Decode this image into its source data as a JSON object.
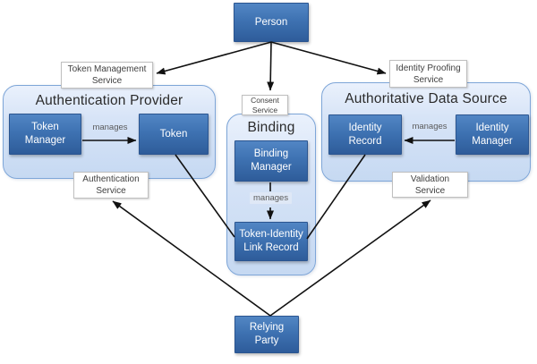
{
  "diagram_type": "identity-model-block-diagram",
  "colors": {
    "node_fill_top": "#5286C4",
    "node_fill_bottom": "#2E5C9A",
    "node_border": "#2B5590",
    "node_text": "#FFFFFF",
    "container_fill_top": "#EAF1FC",
    "container_fill_bottom": "#C6D9F2",
    "container_border": "#7EA6D8",
    "service_fill": "#FFFFFF",
    "service_border": "#BFBFBF",
    "service_text": "#3F3F3F",
    "edge_color": "#111111",
    "edge_label_text": "#5A5A5A",
    "edge_label_bg": "#DFE8F6"
  },
  "containers": {
    "authentication_provider": {
      "title": "Authentication Provider"
    },
    "binding": {
      "title": "Binding"
    },
    "authoritative_data_source": {
      "title": "Authoritative Data Source"
    }
  },
  "nodes": {
    "person": {
      "label": "Person"
    },
    "token_manager": {
      "label": "Token\nManager"
    },
    "token": {
      "label": "Token"
    },
    "binding_manager": {
      "label": "Binding\nManager"
    },
    "token_identity_link_record": {
      "label": "Token-Identity\nLink Record"
    },
    "identity_record": {
      "label": "Identity\nRecord"
    },
    "identity_manager": {
      "label": "Identity\nManager"
    },
    "relying_party": {
      "label": "Relying\nParty"
    }
  },
  "services": {
    "token_management_service": {
      "label": "Token Management\nService"
    },
    "consent_service": {
      "label": "Consent\nService"
    },
    "identity_proofing_service": {
      "label": "Identity Proofing\nService"
    },
    "authentication_service": {
      "label": "Authentication\nService"
    },
    "validation_service": {
      "label": "Validation\nService"
    }
  },
  "edge_labels": {
    "manages_token": "manages",
    "manages_binding": "manages",
    "manages_identity": "manages"
  },
  "edges": [
    {
      "from": "person",
      "to": "token_management_service",
      "arrow": true
    },
    {
      "from": "person",
      "to": "consent_service",
      "arrow": true
    },
    {
      "from": "person",
      "to": "identity_proofing_service",
      "arrow": true
    },
    {
      "from": "token_manager",
      "to": "token",
      "arrow": true,
      "label": "manages"
    },
    {
      "from": "identity_manager",
      "to": "identity_record",
      "arrow": true,
      "label": "manages"
    },
    {
      "from": "binding_manager",
      "to": "token_identity_link_record",
      "arrow": true,
      "label": "manages"
    },
    {
      "from": "token",
      "to": "token_identity_link_record",
      "arrow": false
    },
    {
      "from": "identity_record",
      "to": "token_identity_link_record",
      "arrow": false
    },
    {
      "from": "relying_party",
      "to": "authentication_service",
      "arrow": true
    },
    {
      "from": "relying_party",
      "to": "validation_service",
      "arrow": true
    }
  ]
}
